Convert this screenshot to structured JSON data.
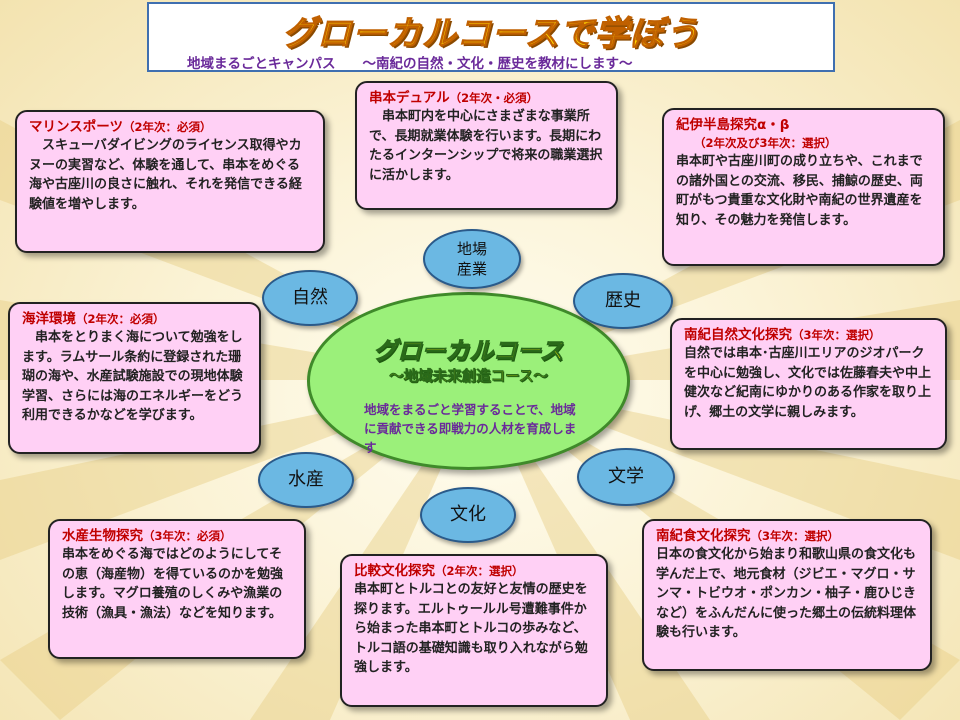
{
  "header": {
    "title": "グローカルコースで学ぼう",
    "subtitle": "地域まるごとキャンパス　　～南紀の自然・文化・歴史を教材にします～"
  },
  "center": {
    "title": "グローカルコース",
    "subtitle": "～地域未来創造コース～",
    "description": "地域をまるごと学習することで、地域に貢献できる即戦力の人材を育成します"
  },
  "bubbles": [
    {
      "label": "地場\n産業"
    },
    {
      "label": "歴史"
    },
    {
      "label": "文学"
    },
    {
      "label": "文化"
    },
    {
      "label": "水産"
    },
    {
      "label": "自然"
    }
  ],
  "boxes": [
    {
      "title": "マリンスポーツ",
      "grade": "（2年次：必須）",
      "text": "　スキューバダイビングのライセンス取得やカヌーの実習など、体験を通して、串本をめぐる海や古座川の良さに触れ、それを発信できる経験値を増やします。"
    },
    {
      "title": "串本デュアル",
      "grade": "（2年次・必須）",
      "text": "　串本町内を中心にさまざまな事業所で、長期就業体験を行います。長期にわたるインターンシップで将来の職業選択に活かします。"
    },
    {
      "title": "紀伊半島探究α・β",
      "grade": "（2年次及び3年次：選択）",
      "text": "串本町や古座川町の成り立ちや、これまでの諸外国との交流、移民、捕鯨の歴史、両町がもつ貴重な文化財や南紀の世界遺産を知り、その魅力を発信します。"
    },
    {
      "title": "海洋環境",
      "grade": "（2年次：必須）",
      "text": "　串本をとりまく海について勉強をします。ラムサール条約に登録された珊瑚の海や、水産試験施設での現地体験学習、さらには海のエネルギーをどう利用できるかなどを学びます。"
    },
    {
      "title": "南紀自然文化探究",
      "grade": "（3年次：選択）",
      "text": "自然では串本･古座川エリアのジオパークを中心に勉強し、文化では佐藤春夫や中上健次など紀南にゆかりのある作家を取り上げ、郷土の文学に親しみます。"
    },
    {
      "title": "水産生物探究",
      "grade": "（3年次：必須）",
      "text": "串本をめぐる海ではどのようにしてその恵（海産物）を得ているのかを勉強します。マグロ養殖のしくみや漁業の技術（漁具・漁法）などを知ります。"
    },
    {
      "title": "比較文化探究",
      "grade": "（2年次：選択）",
      "text": "串本町とトルコとの友好と友情の歴史を探ります。エルトゥールル号遭難事件から始まった串本町とトルコの歩みなど、トルコ語の基礎知識も取り入れながら勉強します。"
    },
    {
      "title": "南紀食文化探究",
      "grade": "（3年次：選択）",
      "text": "日本の食文化から始まり和歌山県の食文化も学んだ上で、地元食材（ジビエ・マグロ・サンマ・トビウオ・ポンカン・柚子・鹿ひじきなど）をふんだんに使った郷土の伝統料理体験も行います。"
    }
  ]
}
